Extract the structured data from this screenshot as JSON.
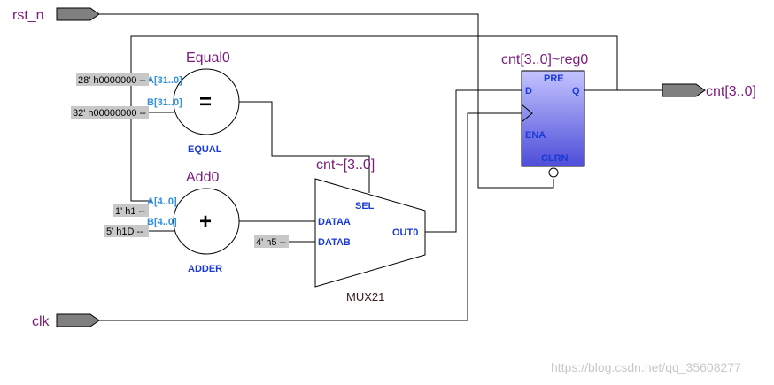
{
  "ports": {
    "rst_n": "rst_n",
    "clk": "clk",
    "cnt_out": "cnt[3..0]"
  },
  "equal0": {
    "name": "Equal0",
    "symbol": "=",
    "type": "EQUAL",
    "pin_a": "A[31..0]",
    "pin_b": "B[31..0]",
    "const_a": "28' h0000000 --",
    "const_b": "32' h00000000 --"
  },
  "add0": {
    "name": "Add0",
    "symbol": "+",
    "type": "ADDER",
    "pin_a": "A[4..0]",
    "pin_b": "B[4..0]",
    "const_a": "1' h1 --",
    "const_b": "5' h1D --"
  },
  "mux": {
    "name": "cnt~[3..0]",
    "type": "MUX21",
    "pin_sel": "SEL",
    "pin_a": "DATAA",
    "pin_b": "DATAB",
    "pin_out": "OUT0",
    "const_b": "4' h5 --"
  },
  "reg": {
    "name": "cnt[3..0]~reg0",
    "pin_d": "D",
    "pin_pre": "PRE",
    "pin_q": "Q",
    "pin_ena": "ENA",
    "pin_clrn": "CLRN"
  },
  "watermark": "https://blog.csdn.net/qq_35608277",
  "colors": {
    "port_text": "#7b1a7b",
    "pin_text": "#1a3ad6",
    "reg_fill_top": "#c4c4ff",
    "reg_fill_bottom": "#4d4dd9",
    "const_bg": "#c8c8c8"
  }
}
